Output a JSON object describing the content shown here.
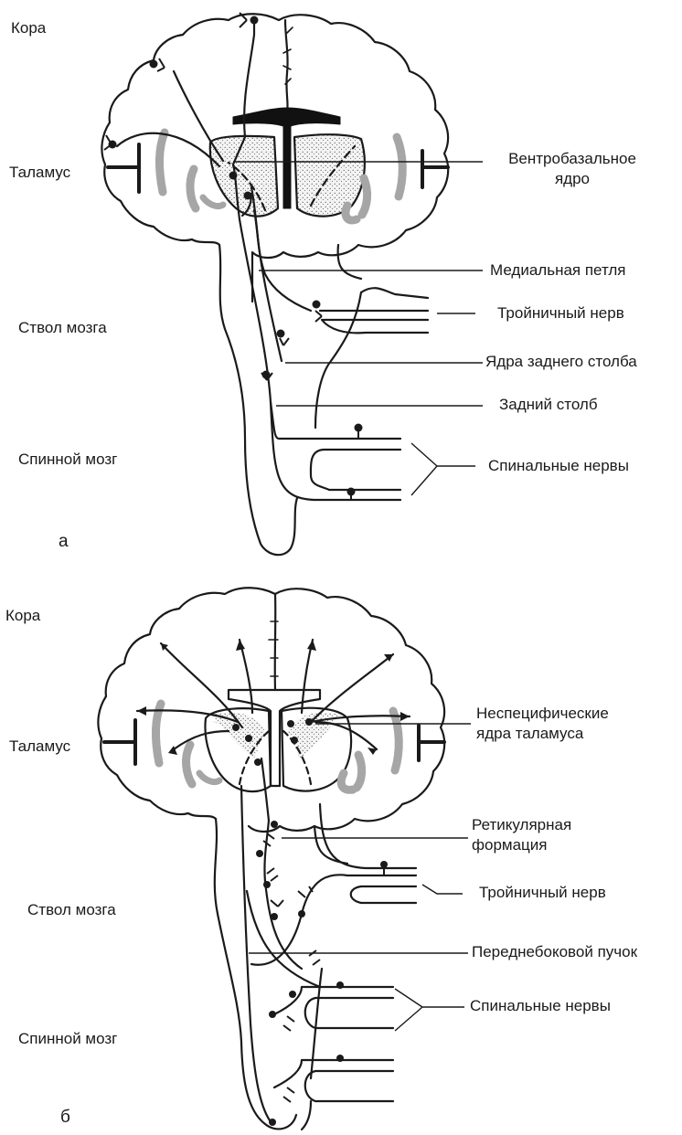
{
  "panel_a": {
    "letter": "а",
    "left_labels": {
      "cortex": "Кора",
      "thalamus": "Таламус",
      "brainstem": "Ствол мозга",
      "spinal_cord": "Спинной мозг"
    },
    "right_labels": {
      "ventrobasal_1": "Вентробазальное",
      "ventrobasal_2": "ядро",
      "medial_lemniscus": "Медиальная петля",
      "trigeminal_nerve": "Тройничный нерв",
      "dorsal_column_nuclei": "Ядра заднего столба",
      "dorsal_column": "Задний столб",
      "spinal_nerves": "Спинальные нервы"
    }
  },
  "panel_b": {
    "letter": "б",
    "left_labels": {
      "cortex": "Кора",
      "thalamus": "Таламус",
      "brainstem": "Ствол мозга",
      "spinal_cord": "Спинной мозг"
    },
    "right_labels": {
      "nonspecific_1": "Неспецифические",
      "nonspecific_2": "ядра таламуса",
      "reticular_1": "Ретикулярная",
      "reticular_2": "формация",
      "trigeminal_nerve": "Тройничный нерв",
      "anterolateral_tract": "Переднебоковой пучок",
      "spinal_nerves": "Спинальные нервы"
    }
  },
  "colors": {
    "ink": "#1a1a1a",
    "gray_structures": "#a6a6a6",
    "stipple": "#f1f1f1"
  }
}
